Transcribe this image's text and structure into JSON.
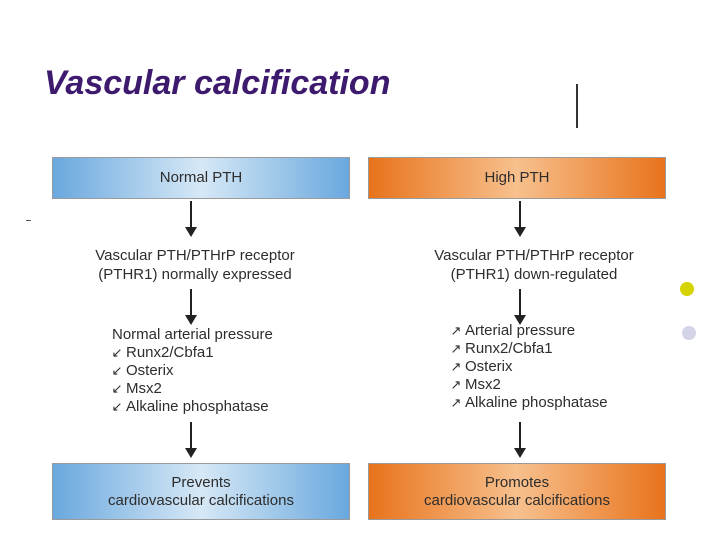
{
  "title": "Vascular calcification",
  "left": {
    "header": "Normal PTH",
    "receptor": [
      "Vascular PTH/PTHrP receptor",
      "(PTHR1) normally expressed"
    ],
    "effects_head": "Normal arterial pressure",
    "effects": [
      "Runx2/Cbfa1",
      "Osterix",
      "Msx2",
      "Alkaline phosphatase"
    ],
    "effect_glyph": "↙",
    "footer": [
      "Prevents",
      "cardiovascular calcifications"
    ]
  },
  "right": {
    "header": "High PTH",
    "receptor": [
      "Vascular PTH/PTHrP receptor",
      "(PTHR1) down-regulated"
    ],
    "effects": [
      "Arterial pressure",
      "Runx2/Cbfa1",
      "Osterix",
      "Msx2",
      "Alkaline phosphatase"
    ],
    "effect_glyph": "↗",
    "footer": [
      "Promotes",
      "cardiovascular calcifications"
    ]
  },
  "colors": {
    "title": "#3d1a6e",
    "blue": "#6aa8de",
    "orange": "#e8731c",
    "bullet_yellow": "#d6d400",
    "bullet_lavender": "#d4d4e8"
  }
}
